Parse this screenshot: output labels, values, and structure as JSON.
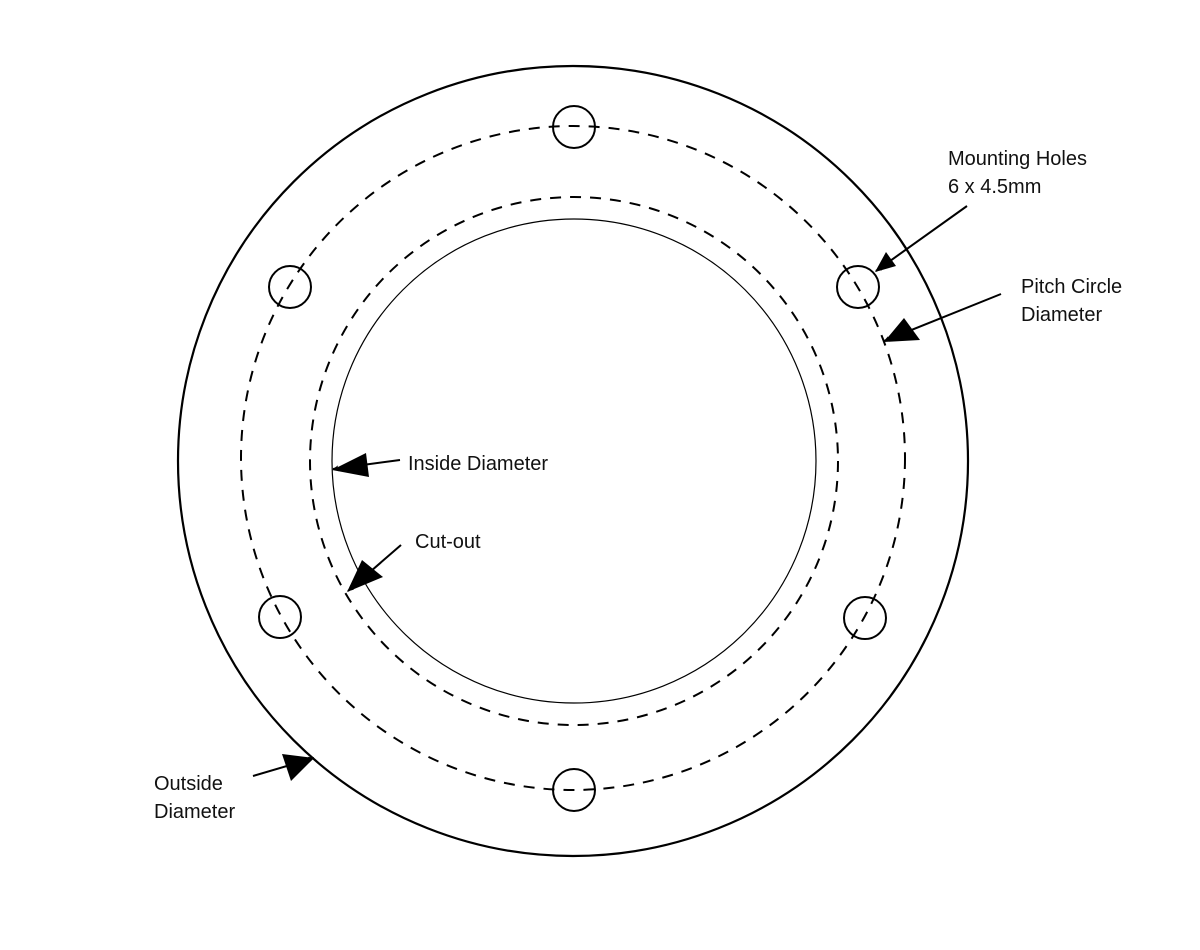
{
  "colors": {
    "line": "#000000",
    "text": "#111111",
    "background": "#ffffff"
  },
  "labels": {
    "mounting_holes": [
      "Mounting Holes",
      "6 x 4.5mm"
    ],
    "pitch_circle": [
      "Pitch Circle",
      "Diameter"
    ],
    "inside_diameter": [
      "Inside Diameter"
    ],
    "cut_out": [
      "Cut-out"
    ],
    "outside_diameter": [
      "Outside",
      "Diameter"
    ]
  },
  "mounting_hole_count": 6
}
